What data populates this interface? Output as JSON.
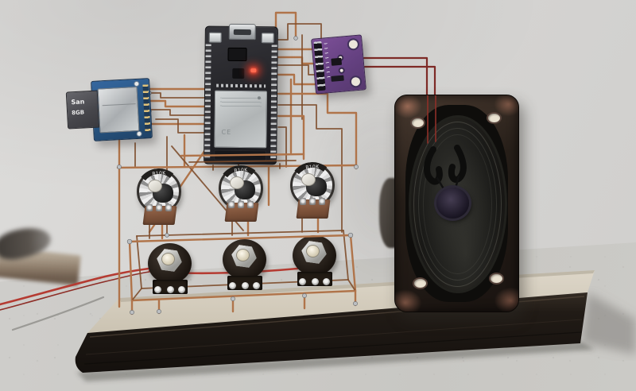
{
  "labels": {
    "pot_marking": "B10K",
    "sd_card_line1": "San",
    "sd_card_line2": "8GB",
    "ce_mark": "CE"
  },
  "components": {
    "esp32_board": "ESP32 dev board with metal RF shield, red LED lit",
    "sd_module": "MicroSD card reader module with SanDisk 8GB card inserted",
    "amp_board": "Purple I2S amplifier breakout board",
    "speaker": "Oval full-range speaker in rusty metal frame, 4 mounting holes",
    "potentiometers_top_row": 3,
    "potentiometers_bottom_row": 3,
    "base": "Wooden base, cream top with dark stained edge",
    "wiring": "Bare copper wire circuit sculpture, red power wires"
  },
  "colors": {
    "wall": "#d7d6d4",
    "copper": "#b0744a",
    "copper-dark": "#7e4e2c",
    "solder": "#bcbfc2",
    "red-wire": "#b53b32",
    "darkred-wire": "#7e2a26",
    "base-top": "#d7cfc0",
    "base-side": "#1d1915",
    "pcb-blue": "#2c5a96",
    "pcb-purple": "#6d4390",
    "led-red": "#ff3524"
  }
}
